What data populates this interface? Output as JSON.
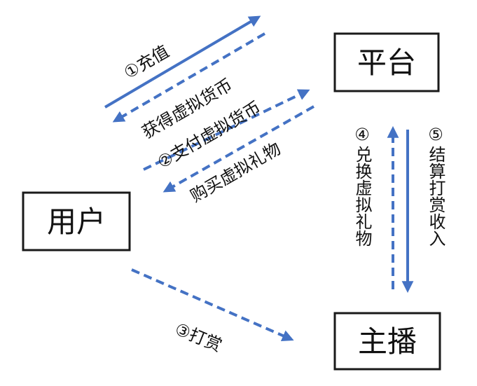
{
  "nodes": {
    "platform": "平台",
    "user": "用户",
    "streamer": "主播"
  },
  "edges": {
    "recharge": "①充值",
    "get_virtual_currency": "获得虚拟货币",
    "pay_virtual_currency": "②支付虚拟货币",
    "buy_virtual_gift": "购买虚拟礼物",
    "tip": "③打赏",
    "exchange_num": "④",
    "exchange_gift": "兑换虚拟礼物",
    "settle_num": "⑤",
    "settle_income": "结算打赏收入"
  },
  "colors": {
    "arrow": "#4472C4",
    "box_border": "#1a1a1a",
    "text": "#111111"
  }
}
